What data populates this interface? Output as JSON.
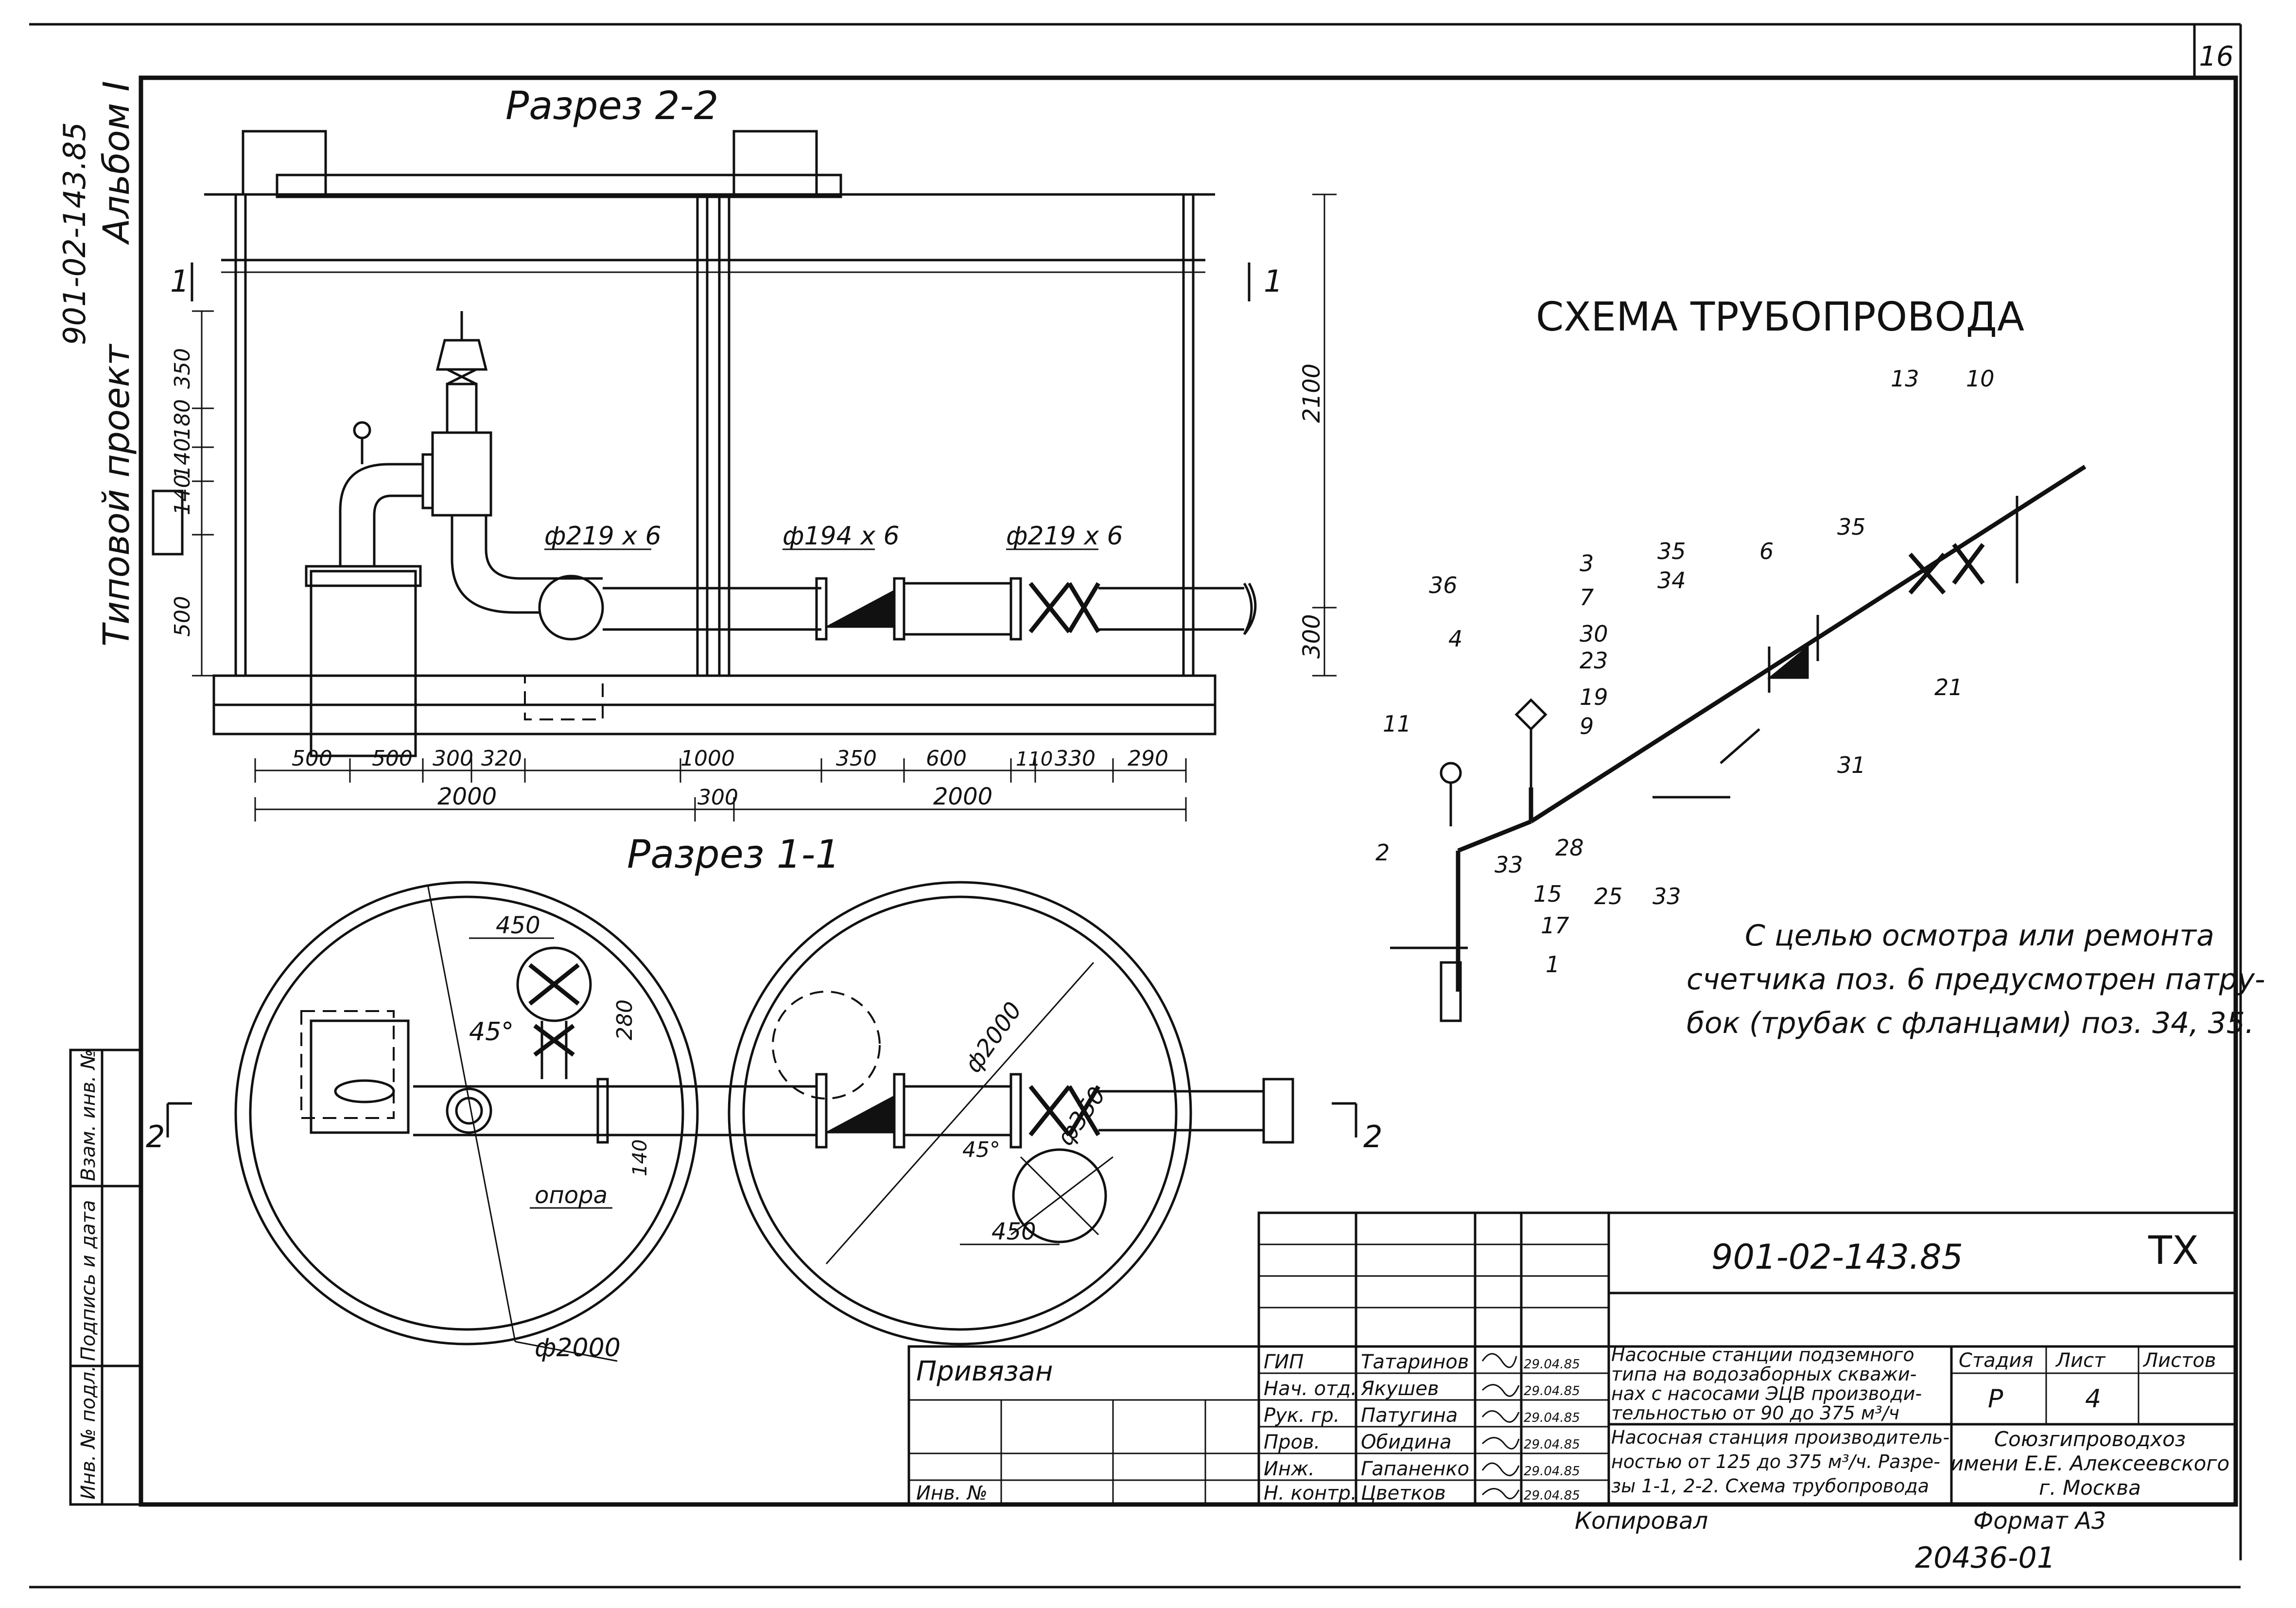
{
  "sheet": {
    "number": "16"
  },
  "side": {
    "code": "901-02-143.85",
    "series": "Типовой проект",
    "album": "Альбом I",
    "stamp_cols": [
      "Инв. № подл.",
      "Подпись и дата",
      "Взам. инв. №"
    ]
  },
  "section22": {
    "title": "Разрез 2-2",
    "marker_left": "1",
    "marker_right": "1",
    "pipes": [
      "ф219 х 6",
      "ф194 х 6",
      "ф219 х 6"
    ],
    "vdims": [
      "350",
      "180",
      "140",
      "140",
      "500",
      "2100",
      "300"
    ],
    "hdims": [
      "500",
      "500",
      "300",
      "320",
      "1000",
      "350",
      "600",
      "110",
      "330",
      "290"
    ],
    "hdims2": [
      "2000",
      "300",
      "2000"
    ]
  },
  "section11": {
    "title": "Разрез 1-1",
    "dims": [
      "450",
      "280",
      "140",
      "45°",
      "ф2000",
      "45°",
      "ф350",
      "450",
      "ф2000"
    ],
    "support": "опора",
    "marker_left": "2",
    "marker_right": "2"
  },
  "scheme": {
    "title": "СХЕМА ТРУБОПРОВОДА",
    "labels": [
      "36",
      "4",
      "11",
      "2",
      "3",
      "7",
      "30",
      "23",
      "19",
      "9",
      "28",
      "33",
      "33",
      "15",
      "17",
      "1",
      "25",
      "35",
      "34",
      "6",
      "35",
      "13",
      "10",
      "21",
      "31"
    ],
    "note": [
      "С целью осмотра или ремонта",
      "счетчика поз. 6 предусмотрен патру-",
      "бок (трубак с фланцами) поз. 34, 35."
    ]
  },
  "titleblock": {
    "code": "901-02-143.85",
    "mark": "ТХ",
    "bound": "Привязан",
    "inv": "Инв. №",
    "roles": [
      "ГИП",
      "Нач. отд.",
      "Рук. гр.",
      "Пров.",
      "Инж.",
      "Н. контр."
    ],
    "names": [
      "Татаринов",
      "Якушев",
      "Патугина",
      "Обидина",
      "Гапаненко",
      "Цветков"
    ],
    "dates": [
      "29.04.85",
      "29.04.85",
      "29.04.85",
      "29.04.85",
      "29.04.85",
      "29.04.85"
    ],
    "desc1": [
      "Насосные станции подземного",
      "типа на водозаборных скважи-",
      "нах с насосами ЭЦВ производи-",
      "тельностью от 90 до 375 м³/ч"
    ],
    "desc2": [
      "Насосная станция производитель-",
      "ностью от 125 до 375 м³/ч. Разре-",
      "зы 1-1, 2-2. Схема трубопровода"
    ],
    "stage_h": "Стадия",
    "sheet_h": "Лист",
    "sheets_h": "Листов",
    "stage": "Р",
    "sheet": "4",
    "org": [
      "Союзгипроводхоз",
      "имени Е.Е. Алексеевского",
      "г. Москва"
    ]
  },
  "footer": {
    "copied": "Копировал",
    "format": "Формат А3",
    "order": "20436-01"
  }
}
